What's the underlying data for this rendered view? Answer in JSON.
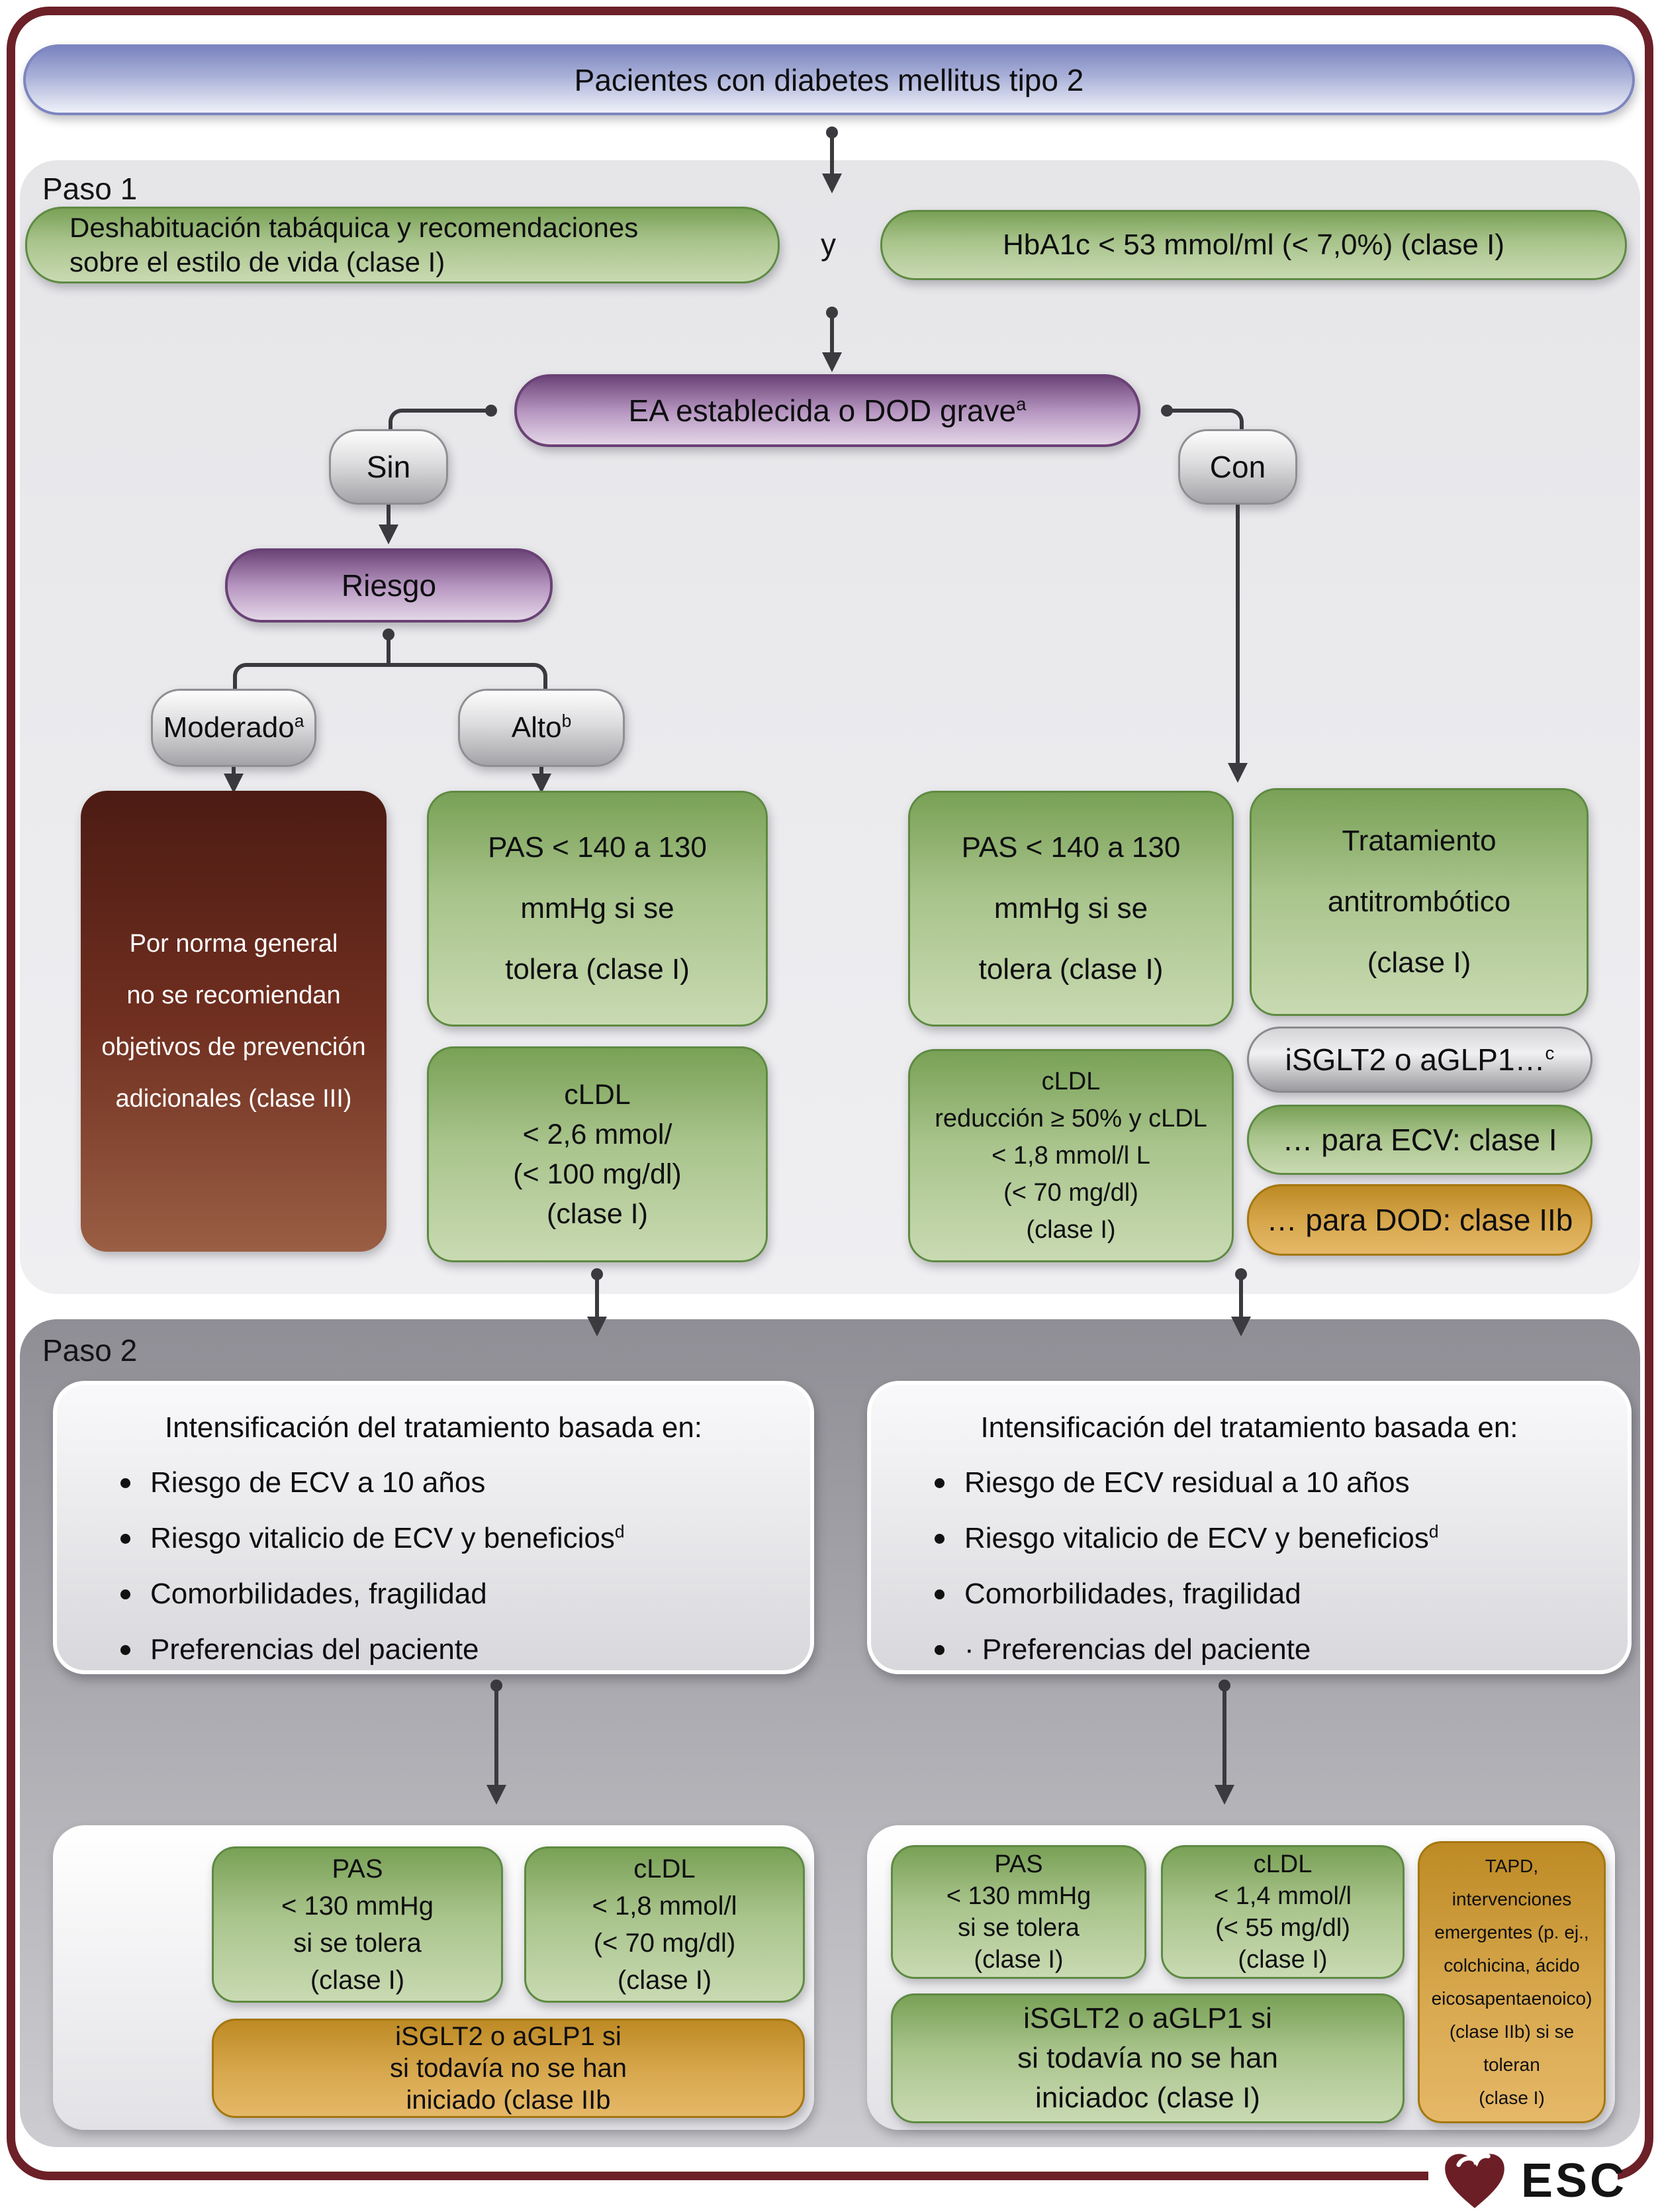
{
  "title": "Pacientes con diabetes mellitus tipo 2",
  "logo": {
    "text": "ESC"
  },
  "colors": {
    "frame_maroon": "#6c2028",
    "node_green_top": "#79a156",
    "node_green_bottom": "#c9dab2",
    "node_purple_top": "#6d4579",
    "node_gold_top": "#bd8a24",
    "node_darkred_top": "#4c1b13",
    "title_blue_top": "#7b84c0",
    "panel1_gray": "#e9e9ec",
    "panel2_gray": "#8f8e95",
    "arrow_gray": "#3a3a3f"
  },
  "step1": {
    "label": "Paso 1",
    "lifestyle_lines": [
      "Deshabituación tabáquica y recomendaciones",
      "sobre el estilo de vida (clase I)"
    ],
    "and_connector": "y",
    "hba1c": "HbA1c < 53 mmol/ml (< 7,0%) (clase I)",
    "ea": {
      "text": "EA establecida o DOD grave",
      "sup": "a"
    },
    "sin": "Sin",
    "con": "Con",
    "riesgo": "Riesgo",
    "moderado": {
      "text": "Moderado",
      "sup": "a"
    },
    "alto": {
      "text": "Alto",
      "sup": "b"
    },
    "no_targets_lines": [
      "Por norma general",
      "no se recomiendan",
      "objetivos de prevención",
      "adicionales (clase III)"
    ],
    "pas_left_lines": [
      "PAS < 140 a 130",
      "mmHg si se",
      "tolera (clase I)"
    ],
    "cldl_left_lines": [
      "cLDL",
      "< 2,6 mmol/",
      "(< 100 mg/dl)",
      "(clase I)"
    ],
    "pas_right_lines": [
      "PAS < 140 a 130",
      "mmHg si se",
      "tolera (clase I)"
    ],
    "cldl_right_lines": [
      "cLDL",
      "reducción ≥ 50% y cLDL",
      "< 1,8 mmol/l L",
      "(< 70 mg/dl)",
      "(clase I)"
    ],
    "antithrombotic_lines": [
      "Tratamiento",
      "antitrombótico",
      "(clase I)"
    ],
    "isglt2": {
      "text": "iSGLT2 o aGLP1…",
      "sup": "c"
    },
    "ecv_pill": "… para ECV: clase I",
    "dod_pill": "… para DOD: clase IIb"
  },
  "step2": {
    "label": "Paso 2",
    "left_list": {
      "title": "Intensificación del tratamiento basada en:",
      "items": [
        {
          "text": "Riesgo de ECV a 10 años",
          "sup": ""
        },
        {
          "text": "Riesgo vitalicio de ECV y beneficios",
          "sup": "d"
        },
        {
          "text": "Comorbilidades, fragilidad",
          "sup": ""
        },
        {
          "text": "Preferencias del paciente",
          "sup": ""
        }
      ]
    },
    "right_list": {
      "title": "Intensificación del tratamiento basada en:",
      "items": [
        {
          "text": "Riesgo de ECV residual a 10 años",
          "sup": ""
        },
        {
          "text": "Riesgo vitalicio de ECV y beneficios",
          "sup": "d"
        },
        {
          "text": "Comorbilidades, fragilidad",
          "sup": ""
        },
        {
          "text": "· Preferencias del paciente",
          "sup": ""
        }
      ]
    },
    "left_pas_lines": [
      "PAS",
      "< 130 mmHg",
      "si se tolera",
      "(clase I)"
    ],
    "left_cldl_lines": [
      "cLDL",
      "< 1,8 mmol/l",
      "(< 70 mg/dl)",
      "(clase I)"
    ],
    "left_gold_lines": [
      "iSGLT2 o aGLP1 si",
      "si todavía no se han",
      "iniciado (clase IIb"
    ],
    "right_pas_lines": [
      "PAS",
      "< 130 mmHg",
      "si se tolera",
      "(clase I)"
    ],
    "right_cldl_lines": [
      "cLDL",
      "< 1,4 mmol/l",
      "(< 55 mg/dl)",
      "(clase I)"
    ],
    "right_green_lines": [
      "iSGLT2 o aGLP1 si",
      "si todavía no se han",
      "iniciadoc (clase I)"
    ],
    "tapd_lines": [
      "TAPD,",
      "intervenciones",
      "emergentes (p. ej.,",
      "colchicina, ácido",
      "eicosapentaenoico)",
      "(clase IIb) si se",
      "toleran",
      "(clase I)"
    ]
  }
}
